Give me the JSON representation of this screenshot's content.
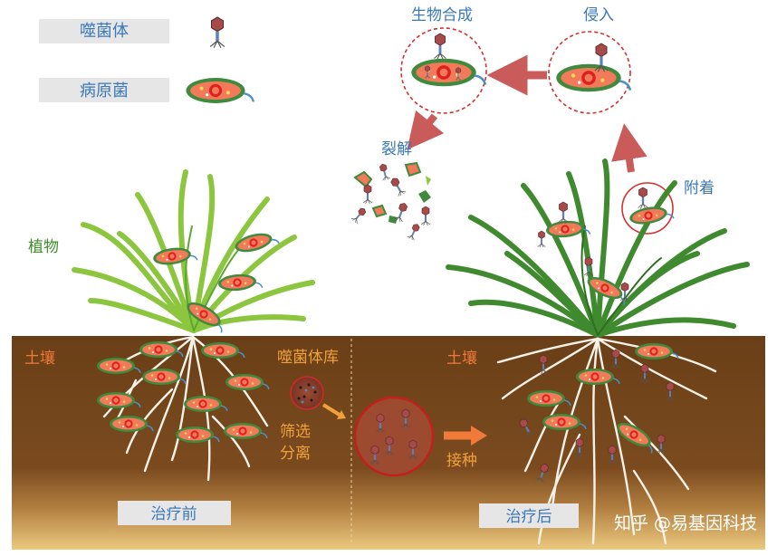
{
  "legend": {
    "phage_label": "噬菌体",
    "pathogen_label": "病原菌"
  },
  "cycle": {
    "biosynthesis": "生物合成",
    "invasion": "侵入",
    "lysis": "裂解",
    "attachment": "附着"
  },
  "left": {
    "plant_label": "植物",
    "soil_label": "土壤",
    "footer": "治疗前"
  },
  "middle": {
    "library_label": "噬菌体库",
    "screen_line1": "筛选",
    "screen_line2": "分离",
    "inoculate_label": "接种"
  },
  "right": {
    "soil_label": "土壤",
    "footer": "治疗后"
  },
  "watermark": "知乎 @易基因科技",
  "colors": {
    "soil_top": "#6b4018",
    "soil_bottom": "#e8c27a",
    "label_blue": "#3a78b8",
    "label_green": "#3f8f2a",
    "label_orange": "#e8742f",
    "arrow_red": "#c95b5b",
    "arrow_orange": "#e8742f",
    "bacterium_fill": "#f07a5a",
    "bacterium_edge": "#3f8a3c"
  }
}
